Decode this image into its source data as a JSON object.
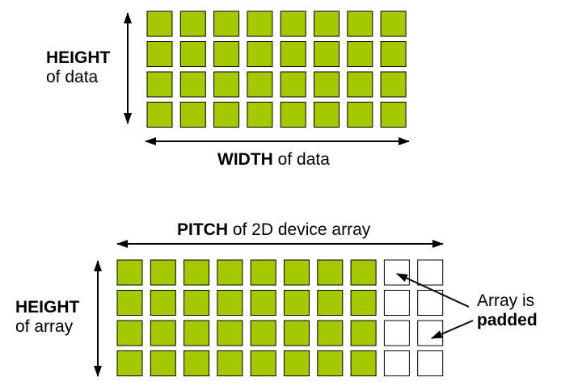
{
  "colors": {
    "data_cell_fill": "#a5c800",
    "padding_cell_fill": "#ffffff",
    "cell_stroke": "#000000",
    "arrow": "#000000"
  },
  "top_grid": {
    "rows": 4,
    "data_columns": 8,
    "padding_columns": 0,
    "height_label": {
      "bold": "HEIGHT",
      "rest": "of data"
    },
    "width_label": {
      "bold": "WIDTH",
      "rest": " of data"
    }
  },
  "bottom_grid": {
    "rows": 4,
    "data_columns": 8,
    "padding_columns": 2,
    "pitch_label": {
      "bold": "PITCH",
      "rest": " of 2D device array"
    },
    "height_label": {
      "bold": "HEIGHT",
      "rest": "of array"
    },
    "padded_label": {
      "line1": "Array is",
      "bold": "padded"
    }
  }
}
